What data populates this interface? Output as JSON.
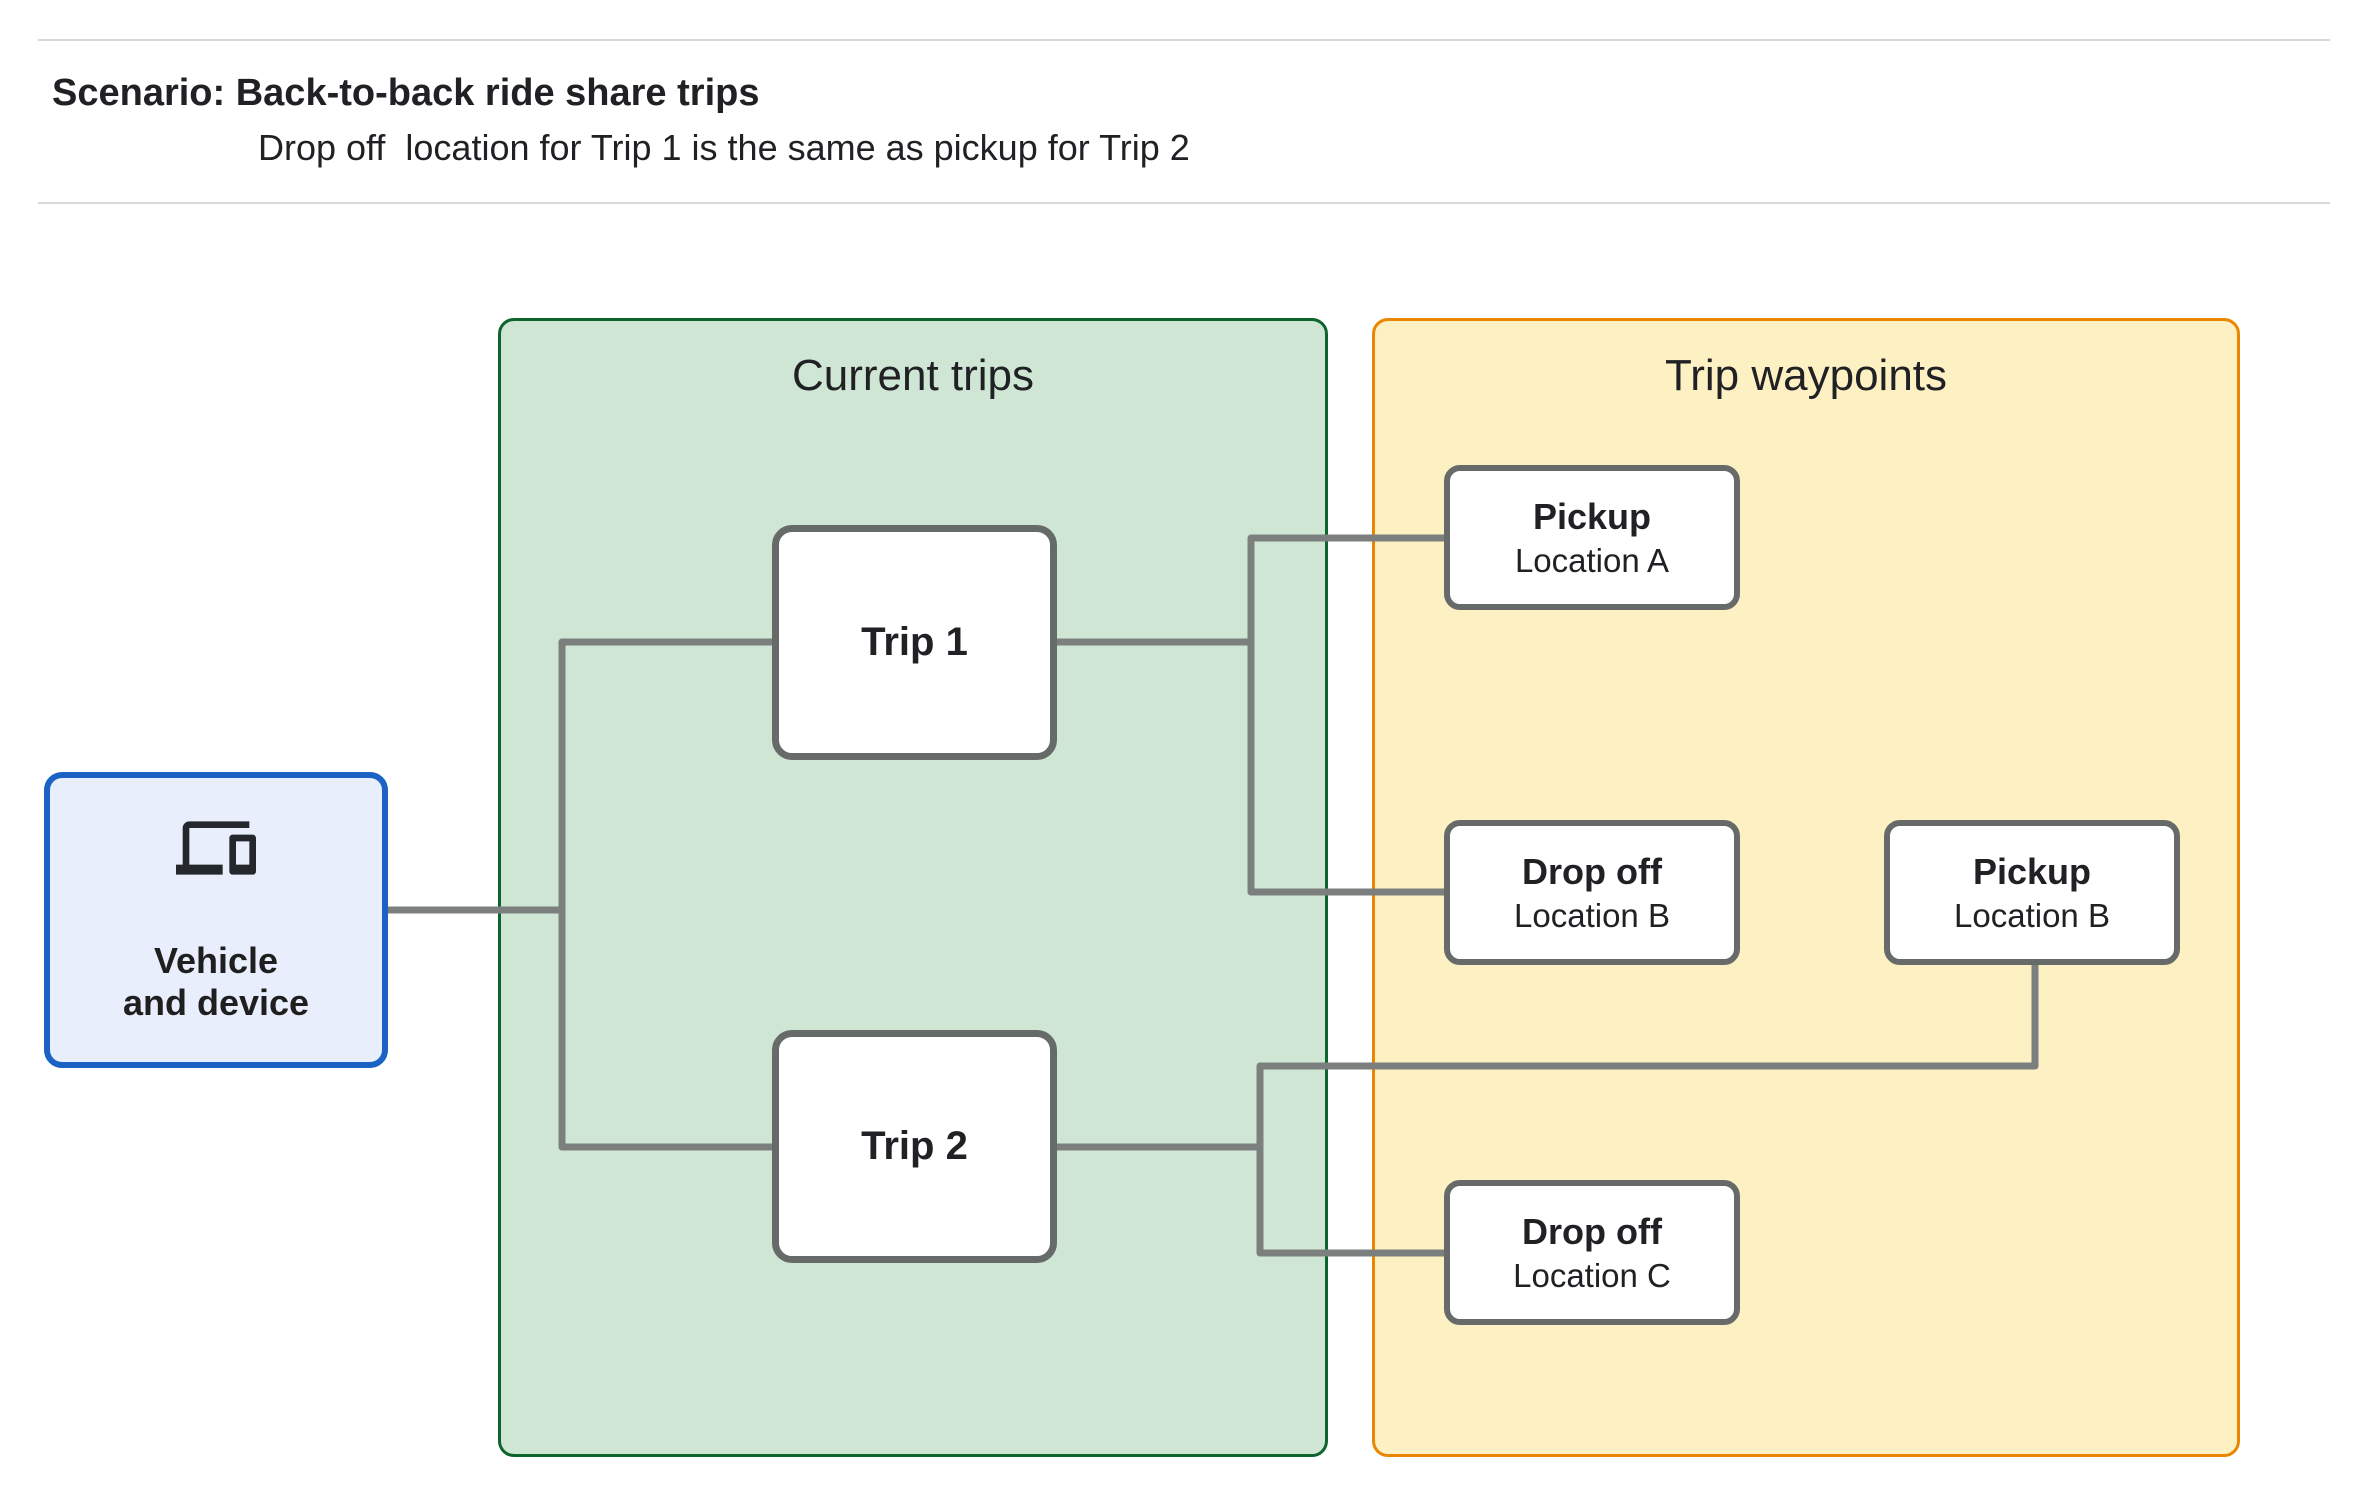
{
  "header": {
    "title": "Scenario: Back-to-back ride share trips",
    "subtitle": "Drop off  location for Trip 1 is the same as pickup for Trip 2"
  },
  "vehicle": {
    "icon": "laptop-and-phone-devices-icon",
    "label_line1": "Vehicle",
    "label_line2": "and device"
  },
  "current_trips": {
    "title": "Current trips",
    "trips": [
      {
        "label": "Trip 1"
      },
      {
        "label": "Trip 2"
      }
    ]
  },
  "trip_waypoints": {
    "title": "Trip waypoints",
    "waypoints": [
      {
        "title": "Pickup",
        "subtitle": "Location A"
      },
      {
        "title": "Drop off",
        "subtitle": "Location B"
      },
      {
        "title": "Pickup",
        "subtitle": "Location B"
      },
      {
        "title": "Drop off",
        "subtitle": "Location C"
      }
    ]
  },
  "colors": {
    "green-fill": "#cfe6d4",
    "green-border": "#0d652d",
    "yellow-fill": "#fdf0c2",
    "orange-border": "#ea8600",
    "blue-fill": "#e8eefb",
    "blue-border": "#1b62c4",
    "box-border": "#666b6a",
    "connector": "#7b807e",
    "text": "#202124",
    "rule": "#d8d8d8",
    "box-fill": "#ffffff"
  }
}
